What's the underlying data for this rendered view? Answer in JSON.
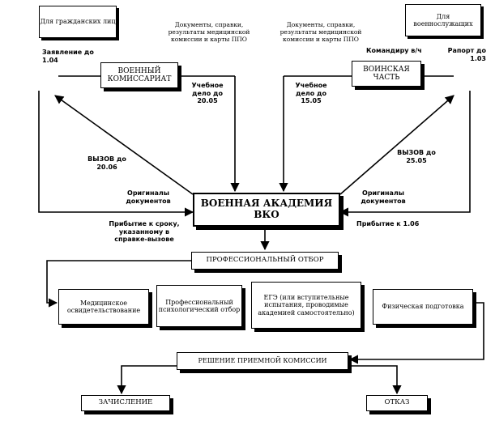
{
  "boxes": {
    "civilians": "Для гражданских лиц",
    "military_personnel": "Для военнослужащих",
    "military_commissariat": "ВОЕННЫЙ КОМИССАРИАТ",
    "military_unit": "ВОИНСКАЯ ЧАСТЬ",
    "academy": "ВОЕННАЯ АКАДЕМИЯ ВКО",
    "professional_selection": "ПРОФЕССИОНАЛЬНЫЙ ОТБОР",
    "medical_exam": "Медицинское освидетельствование",
    "psych_selection": "Профессиональный психологический отбор",
    "ege": "ЕГЭ (или вступительные испытания, проводимые академией самостоятельно)",
    "physical_training": "Физическая подготовка",
    "committee_decision": "РЕШЕНИЕ ПРИЕМНОЙ КОМИССИИ",
    "enrollment": "ЗАЧИСЛЕНИЕ",
    "refusal": "ОТКАЗ"
  },
  "labels": {
    "application": "Заявление до 1.04",
    "report": "Рапорт до 1.03",
    "to_commander": "Командиру в/ч",
    "docs_left": "Документы, справки, результаты медицинской комиссии и карты ППО",
    "docs_right": "Документы, справки, результаты медицинской комиссии и карты ППО",
    "study_file_left": "Учебное дело до 20.05",
    "study_file_right": "Учебное дело до 15.05",
    "call_left": "ВЫЗОВ до 20.06",
    "call_right": "ВЫЗОВ до 25.05",
    "originals_left": "Оригиналы документов",
    "originals_right": "Оригиналы документов",
    "arrival_left": "Прибытие к сроку, указанному в справке-вызове",
    "arrival_right": "Прибытие к 1.06"
  }
}
